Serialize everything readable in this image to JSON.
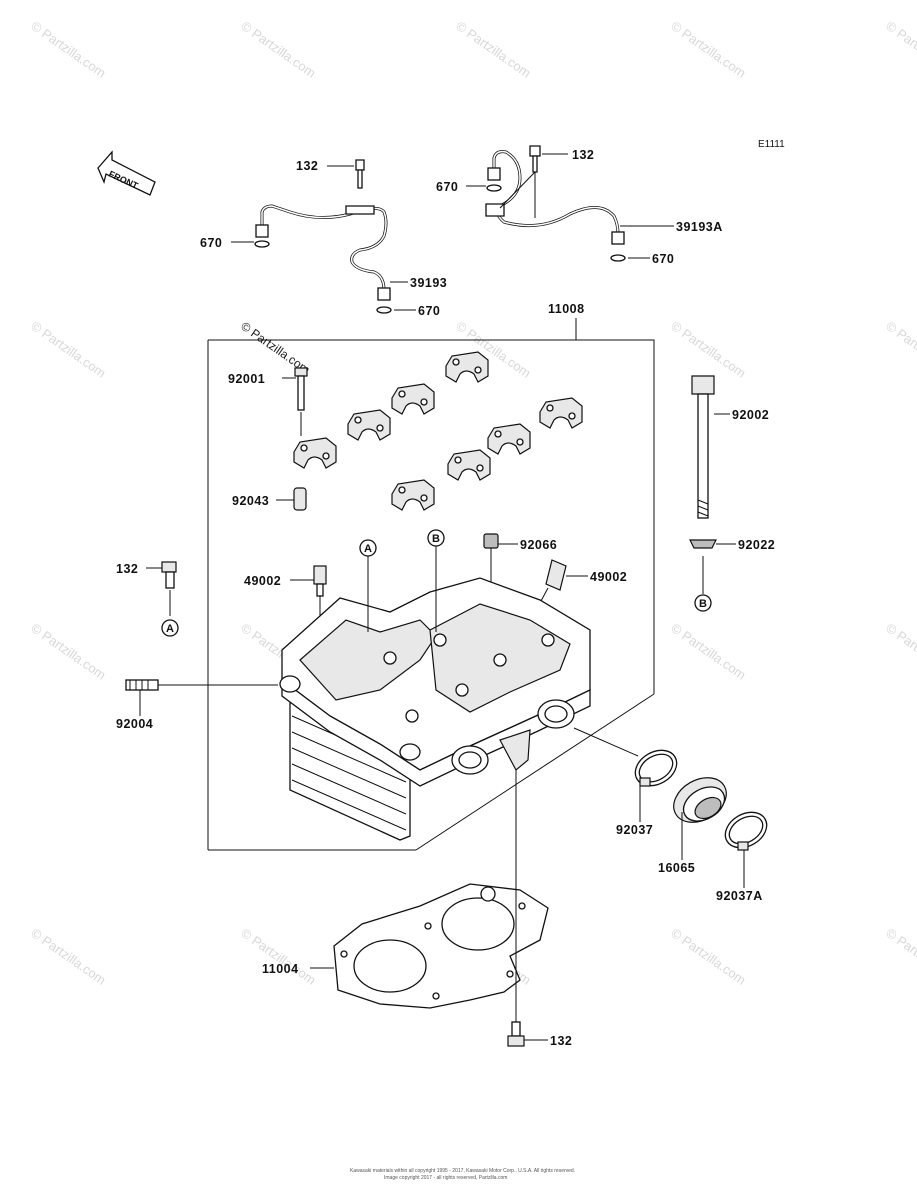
{
  "diagram": {
    "ref_code": "E1111",
    "front_label": "FRONT",
    "part_labels": {
      "p132_top_left": "132",
      "p132_top_right": "132",
      "p670_left": "670",
      "p670_mid": "670",
      "p670_right_top": "670",
      "p670_right": "670",
      "p39193": "39193",
      "p39193a": "39193A",
      "p11008": "11008",
      "p92001": "92001",
      "p92043": "92043",
      "p92066": "92066",
      "p49002_left": "49002",
      "p49002_right": "49002",
      "p132_left": "132",
      "p92004": "92004",
      "p92002": "92002",
      "p92022": "92022",
      "p92037": "92037",
      "p16065": "16065",
      "p92037a": "92037A",
      "p11004": "11004",
      "p132_bottom": "132"
    },
    "callouts": {
      "a_main": "A",
      "b_main": "B",
      "a_left": "A",
      "b_right": "B"
    },
    "watermark": "© Partzilla.com",
    "footer_line1": "Kawasaki materials within all copyright 1995 - 2017, Kawasaki Motor Corp., U.S.A. All rights reserved.",
    "footer_line2": "Image copyright 2017 - all rights reserved, Partzilla.com"
  }
}
